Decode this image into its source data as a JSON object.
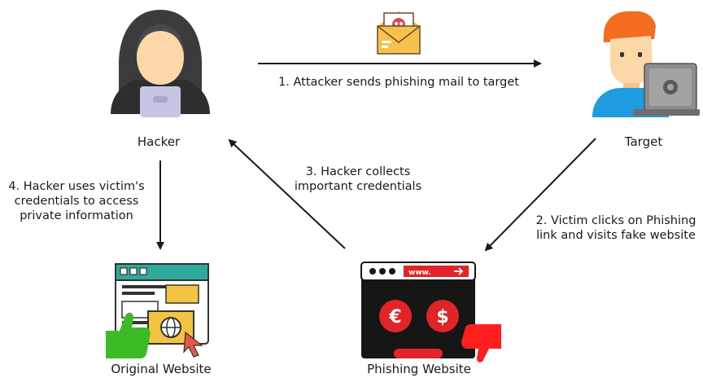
{
  "nodes": {
    "hacker": {
      "label": "Hacker",
      "icon": "hacker-icon"
    },
    "target": {
      "label": "Target",
      "icon": "target-user-icon"
    },
    "original": {
      "label": "Original Website",
      "icon": "original-website-icon"
    },
    "phishing": {
      "label": "Phishing Website",
      "icon": "phishing-website-icon",
      "url_text": "www."
    }
  },
  "steps": {
    "step1": {
      "text": "1. Attacker sends phishing mail to target",
      "icon": "phishing-mail-icon"
    },
    "step2": {
      "line1": "2. Victim clicks on Phishing",
      "line2": "link and visits fake website"
    },
    "step3": {
      "line1": "3. Hacker collects",
      "line2": "important credentials"
    },
    "step4": {
      "line1": "4. Hacker uses victim's",
      "line2": "credentials to access",
      "line3": "private information"
    }
  },
  "colors": {
    "phishing_red": "#e02427",
    "phishing_black": "#161616",
    "thumbs_up_green": "#3dbb26",
    "thumbs_down_red": "#ff1f1f",
    "hood_dark": "#3b3b3e",
    "shirt_blue": "#1f9be2",
    "hair_orange": "#f36c21",
    "skin": "#fcd7a8",
    "laptop_gray": "#8d8d8d",
    "browser_teal": "#2fa99c",
    "panel_yellow": "#f5c342"
  }
}
